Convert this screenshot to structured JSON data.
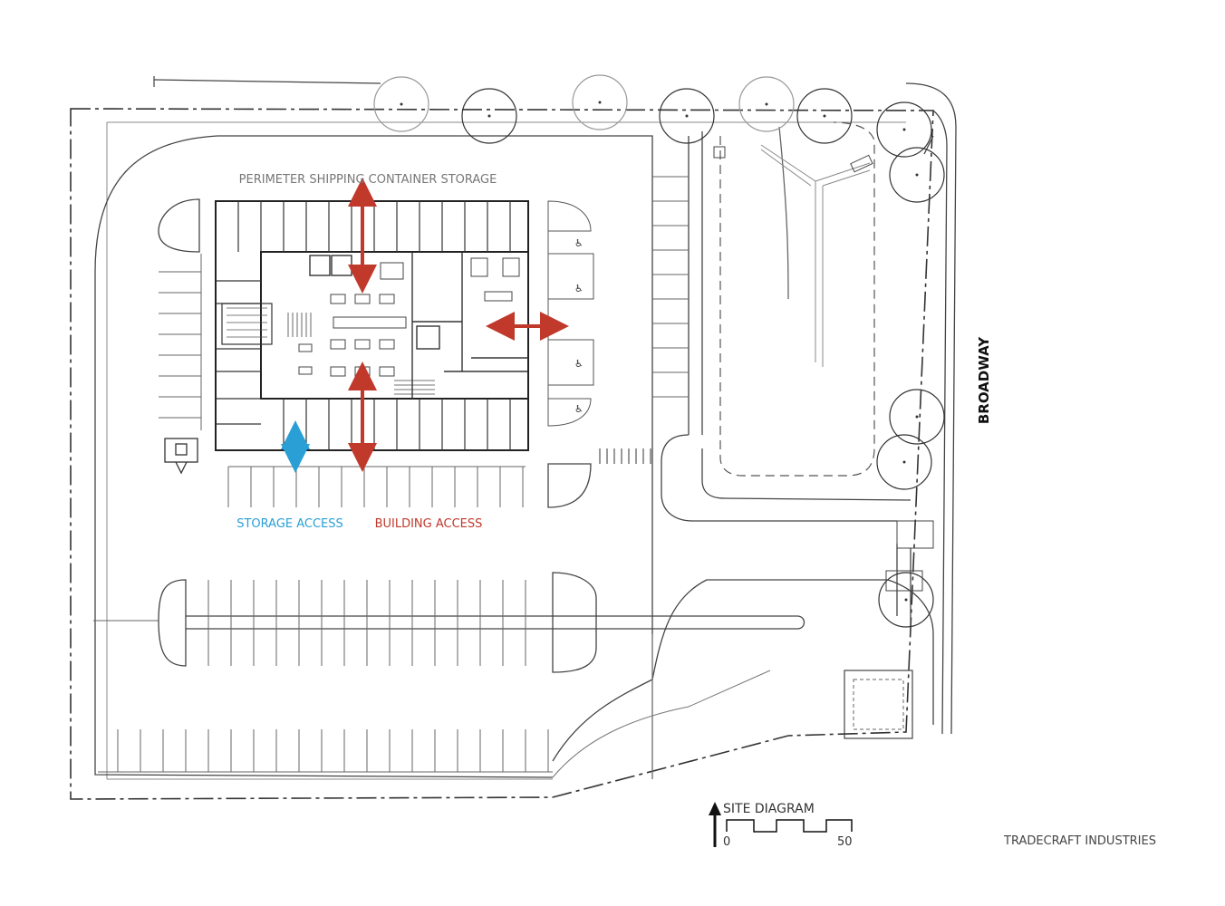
{
  "labels": {
    "perimeter": "PERIMETER SHIPPING CONTAINER STORAGE",
    "storage_access": "STORAGE ACCESS",
    "building_access": "BUILDING ACCESS",
    "street": "BROADWAY",
    "title": "SITE DIAGRAM",
    "scale_min": "0",
    "scale_max": "50",
    "firm": "TRADECRAFT INDUSTRIES"
  },
  "colors": {
    "building_access": "#c0392b",
    "storage_access": "#2a9fd6",
    "linework": "#3a3a3a",
    "label_gray": "#777777"
  }
}
